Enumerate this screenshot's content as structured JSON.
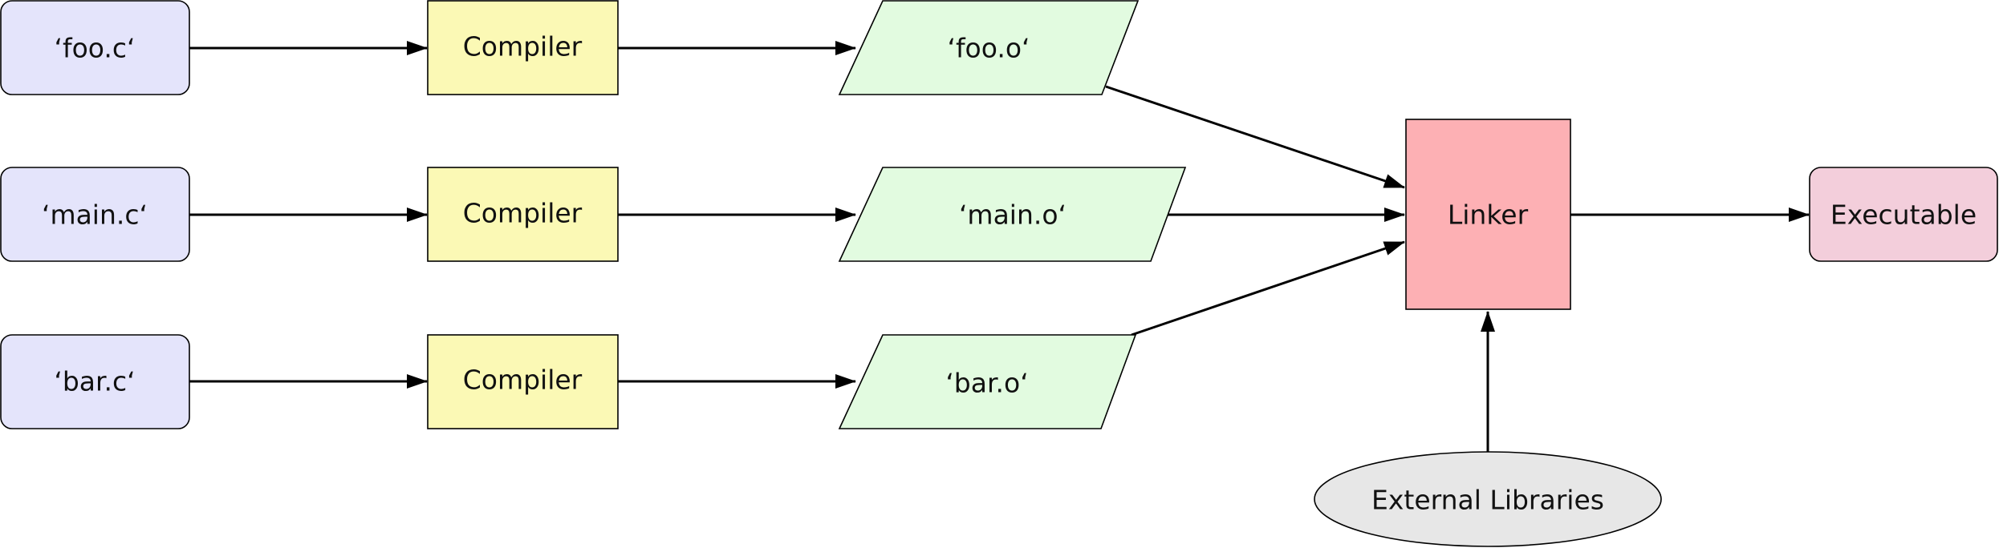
{
  "diagram": {
    "sources": [
      {
        "label": "‘foo.c‘"
      },
      {
        "label": "‘main.c‘"
      },
      {
        "label": "‘bar.c‘"
      }
    ],
    "compilers": [
      {
        "label": "Compiler"
      },
      {
        "label": "Compiler"
      },
      {
        "label": "Compiler"
      }
    ],
    "objects": [
      {
        "label": "‘foo.o‘"
      },
      {
        "label": "‘main.o‘"
      },
      {
        "label": "‘bar.o‘"
      }
    ],
    "linker": {
      "label": "Linker"
    },
    "executable": {
      "label": "Executable"
    },
    "libraries": {
      "label": "External Libraries"
    },
    "colors": {
      "source_fill": "#e4e4fb",
      "compiler_fill": "#fbf9b5",
      "object_fill": "#e2fbe0",
      "linker_fill": "#fdb0b4",
      "executable_fill": "#f3cedb",
      "libraries_fill": "#e7e7e7",
      "stroke": "#000000"
    }
  }
}
